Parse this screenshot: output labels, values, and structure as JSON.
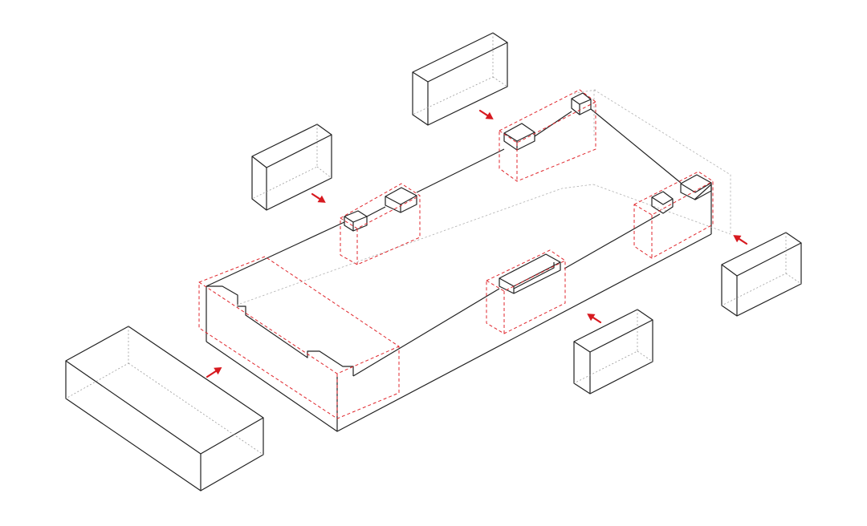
{
  "colors": {
    "line": "#222222",
    "hidden_line": "#9a9a9a",
    "cut_outline": "#e0262c",
    "arrow": "#d7191f",
    "background": "#ffffff"
  },
  "diagram": {
    "blocks": [
      "block-large-front-left",
      "block-left",
      "block-top",
      "block-right",
      "block-front-right"
    ],
    "arrow_count": 5,
    "icons": [
      "arrow-icon"
    ]
  }
}
